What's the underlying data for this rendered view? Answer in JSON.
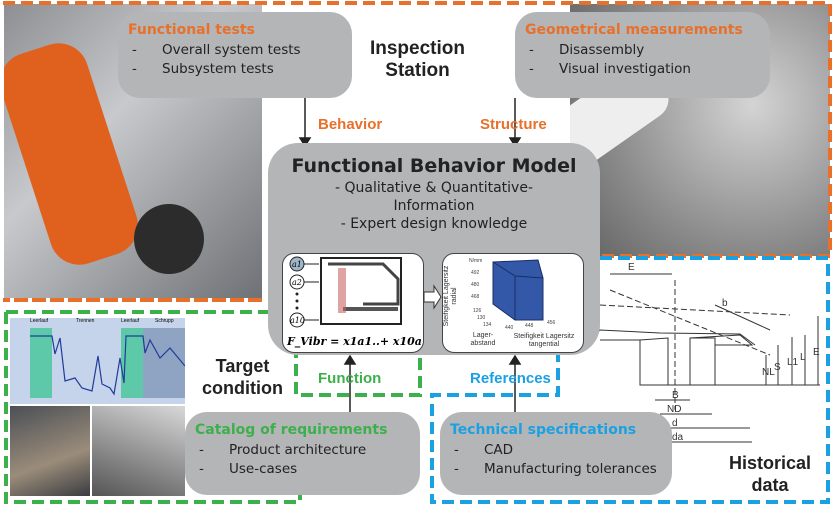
{
  "colors": {
    "orange": "#e8702a",
    "green": "#3cb04a",
    "blue": "#1ba1e2",
    "box": "#b4b5b7"
  },
  "inspection_station": {
    "line1": "Inspection",
    "line2": "Station"
  },
  "functional_tests": {
    "title": "Functional tests",
    "items": [
      "Overall system tests",
      "Subsystem tests"
    ]
  },
  "geometrical_measurements": {
    "title": "Geometrical measurements",
    "items": [
      "Disassembly",
      "Visual investigation"
    ]
  },
  "behavior_label": "Behavior",
  "structure_label": "Structure",
  "fbm": {
    "title": "Functional Behavior Model",
    "items": [
      "-  Qualitative & Quantitative-",
      "Information",
      "-  Expert design knowledge"
    ],
    "formula": "F_Vibr = x1a1..+ x10a10",
    "inputs": [
      "a1",
      "a2",
      "a10"
    ],
    "plot_labels": {
      "z": "Steifigkeit Lagersitz radial",
      "x": "Lager-abstand",
      "y": "Steifigkeit Lagersitz tangential",
      "unit": "N/mm",
      "ticks_z": [
        "492",
        "480",
        "468"
      ],
      "ticks_x": [
        "126",
        "130",
        "134"
      ],
      "ticks_y": [
        "440",
        "448",
        "456"
      ]
    }
  },
  "target_condition": {
    "line1": "Target",
    "line2": "condition"
  },
  "chart_photo": {
    "phases": [
      "Leerlauf",
      "Trennen",
      "Leerlauf",
      "Schrupp"
    ]
  },
  "function_label": "Function",
  "references_label": "References",
  "catalog": {
    "title": "Catalog of requirements",
    "items": [
      "Product architecture",
      "Use-cases"
    ]
  },
  "technical_specs": {
    "title": "Technical specifications",
    "items": [
      "CAD",
      "Manufacturing tolerances"
    ]
  },
  "historical_data": {
    "line1": "Historical",
    "line2": "data"
  },
  "drawing_labels": [
    "E",
    "b",
    "B",
    "ND",
    "d",
    "da",
    "NL",
    "S",
    "L1",
    "L",
    "E"
  ]
}
